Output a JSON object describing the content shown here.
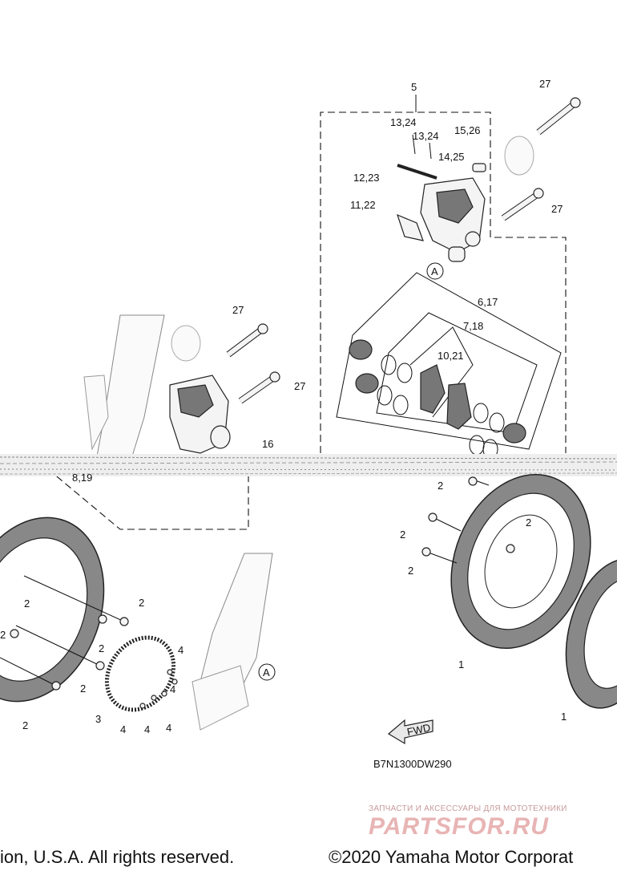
{
  "labels": {
    "l5": "5",
    "l27a": "27",
    "l27b": "27",
    "l27c": "27",
    "l27d": "27",
    "l13_24a": "13,24",
    "l13_24b": "13,24",
    "l15_26": "15,26",
    "l14_25": "14,25",
    "l12_23": "12,23",
    "l11_22": "11,22",
    "lA_top": "A",
    "l6_17": "6,17",
    "l7_18": "7,18",
    "l10_21": "10,21",
    "l16": "16",
    "l8_19": "8,19",
    "l2_r1": "2",
    "l2_r2": "2",
    "l2_r3": "2",
    "l2_r4": "2",
    "l1_r": "1",
    "l1_far": "1",
    "l2_l1": "2",
    "l2_l2": "2",
    "l2_l3": "2",
    "l2_l4": "2",
    "l2_l5": "2",
    "l2_l6": "2",
    "l3": "3",
    "l4_a": "4",
    "l4_b": "4",
    "l4_c": "4",
    "l4_d": "4",
    "l4_e": "4",
    "lA_bottom": "A",
    "fwd": "FWD",
    "code": "B7N1300DW290"
  },
  "footer": {
    "left": "ion, U.S.A. All rights reserved.",
    "right": "©2020 Yamaha Motor Corporat"
  },
  "watermark": {
    "tagline": "ЗАПЧАСТИ И АКСЕССУАРЫ ДЛЯ МОТОТЕХНИКИ",
    "brand": "PARTSFOR.RU"
  },
  "colors": {
    "line": "#111111",
    "background": "#ffffff",
    "watermark": "#e8b4b4"
  }
}
